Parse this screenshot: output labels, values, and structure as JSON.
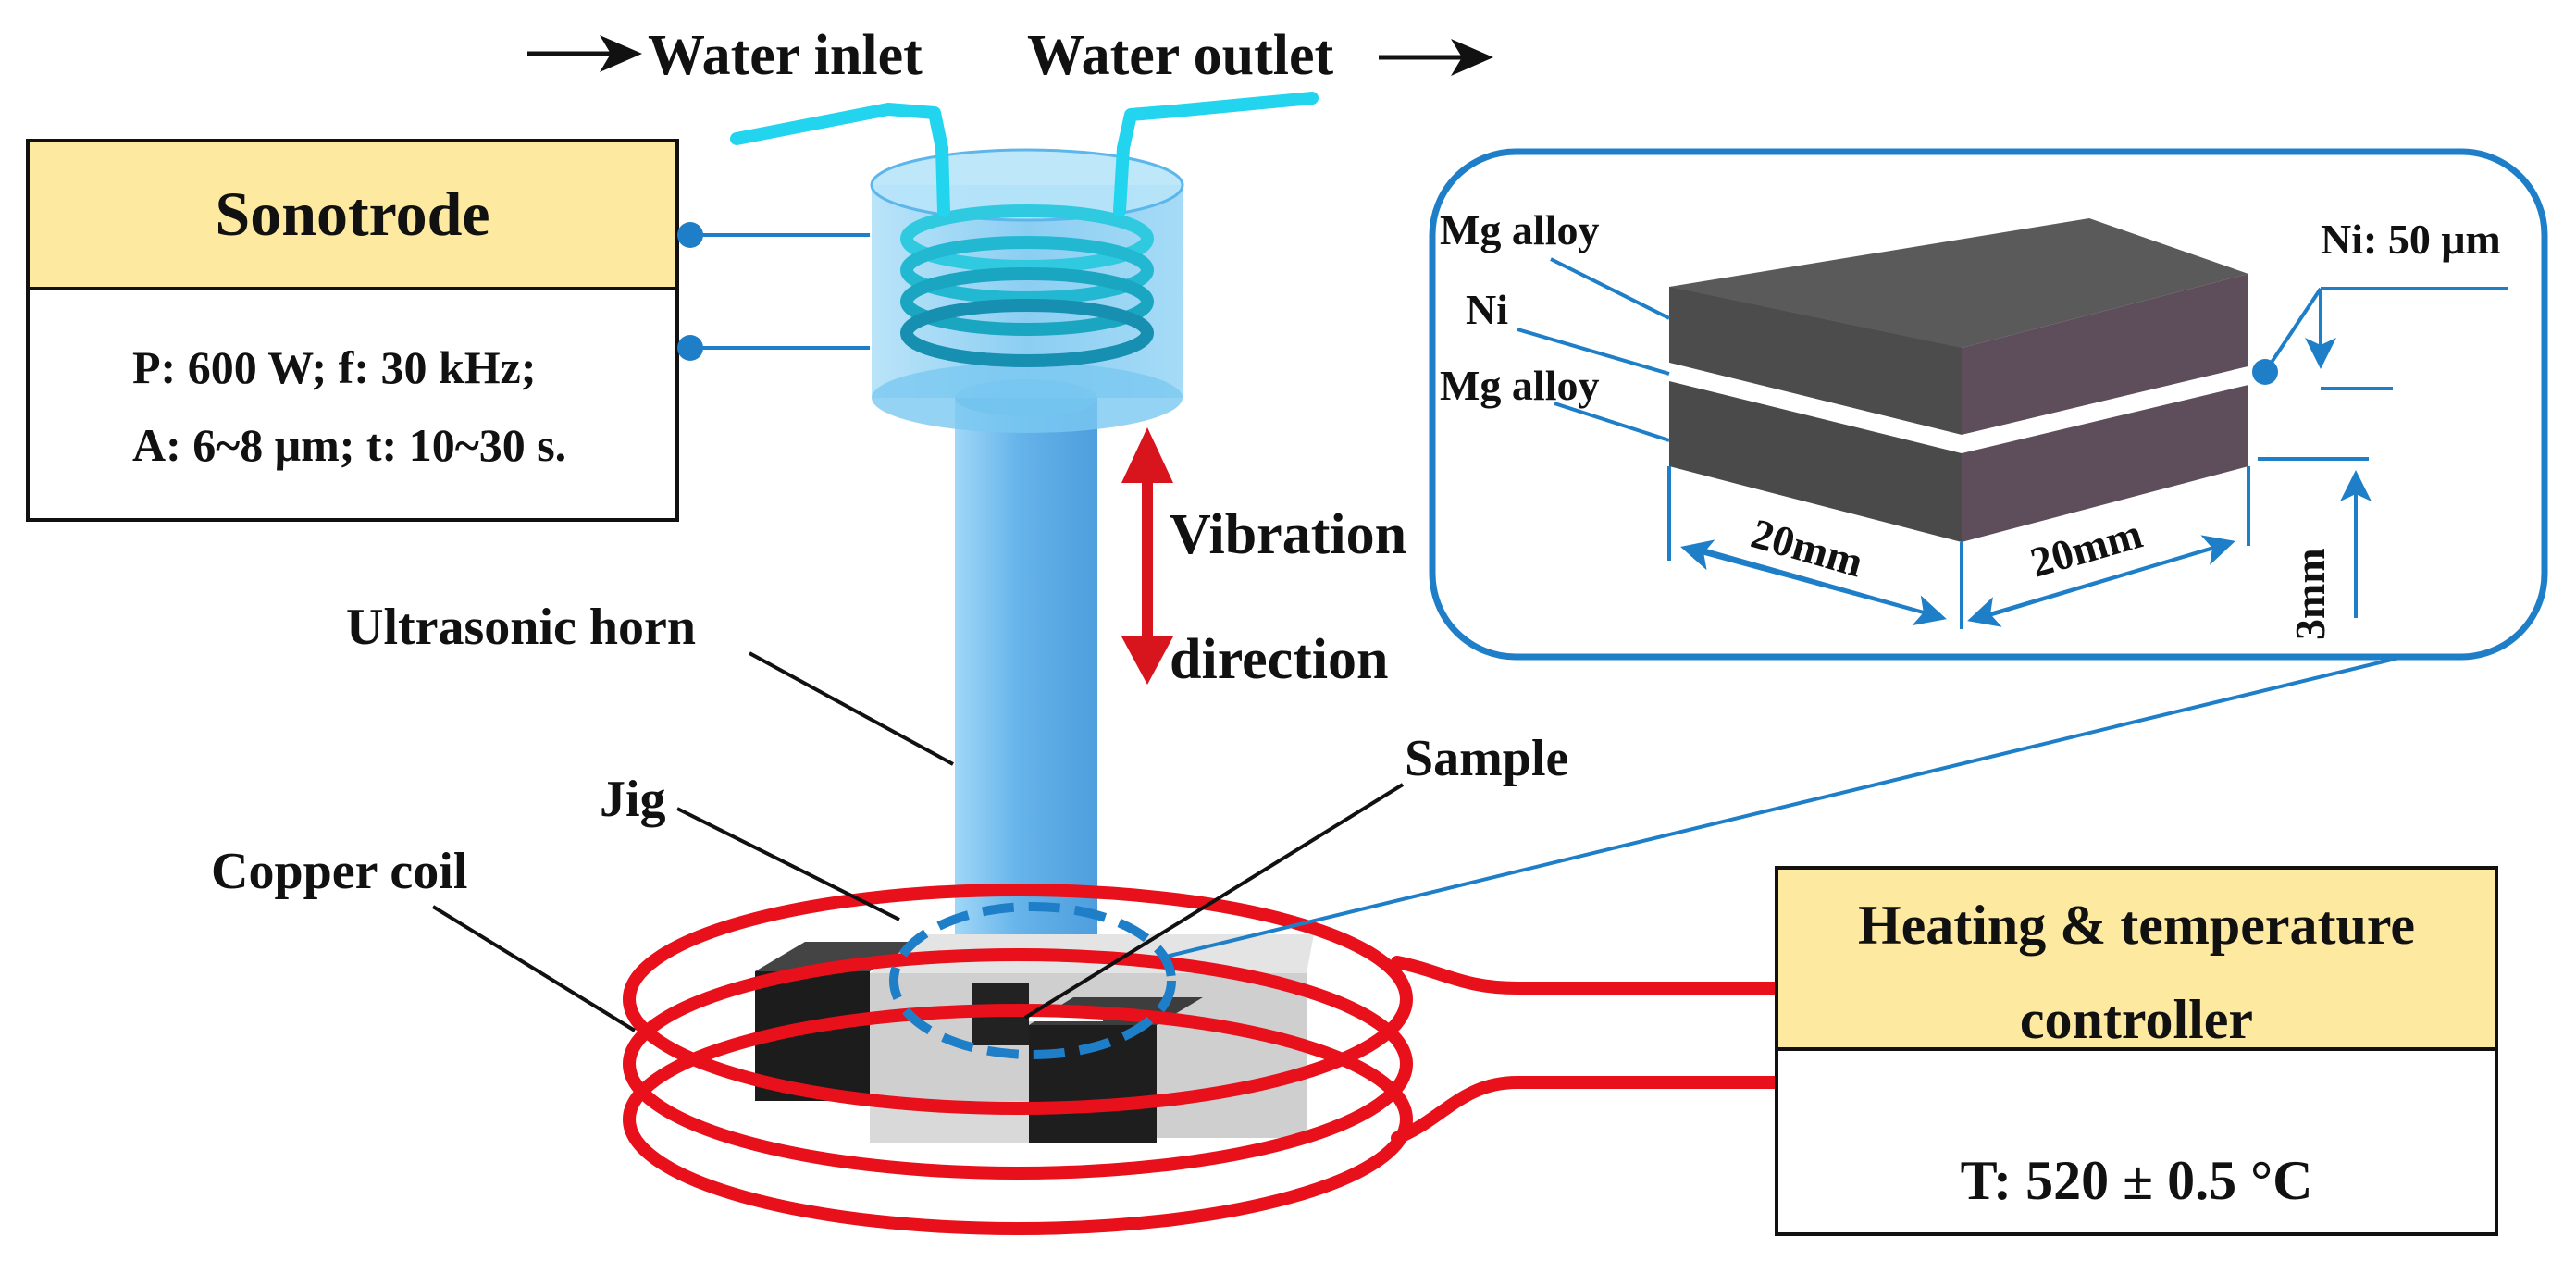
{
  "labels": {
    "water_inlet": "Water inlet",
    "water_outlet": "Water outlet",
    "vibration_line1": "Vibration",
    "vibration_line2": "direction",
    "ultrasonic_horn": "Ultrasonic horn",
    "sample": "Sample",
    "jig": "Jig",
    "copper_coil": "Copper coil"
  },
  "sonotrode": {
    "title": "Sonotrode",
    "param_line1": "P: 600 W; f: 30 kHz;",
    "param_line2": "A: 6~8 μm; t: 10~30 s."
  },
  "controller": {
    "title_line1": "Heating & temperature",
    "title_line2": "controller",
    "temperature": "T: 520 ± 0.5 °C"
  },
  "inset": {
    "layer_top": "Mg alloy",
    "layer_mid": "Ni",
    "layer_bottom": "Mg alloy",
    "ni_thickness": "Ni: 50 μm",
    "dim_width_left": "20mm",
    "dim_width_right": "20mm",
    "dim_height": "3mm"
  },
  "colors": {
    "panel_header": "#fde9a0",
    "accent_blue": "#1e7fc8",
    "coil_red": "#e8101a",
    "vibration_arrow": "#d8141c",
    "horn_blue": "#4aa6e6",
    "water_tube": "#22d4ee",
    "block_dark": "#555555",
    "block_side": "#5e4e5c"
  }
}
